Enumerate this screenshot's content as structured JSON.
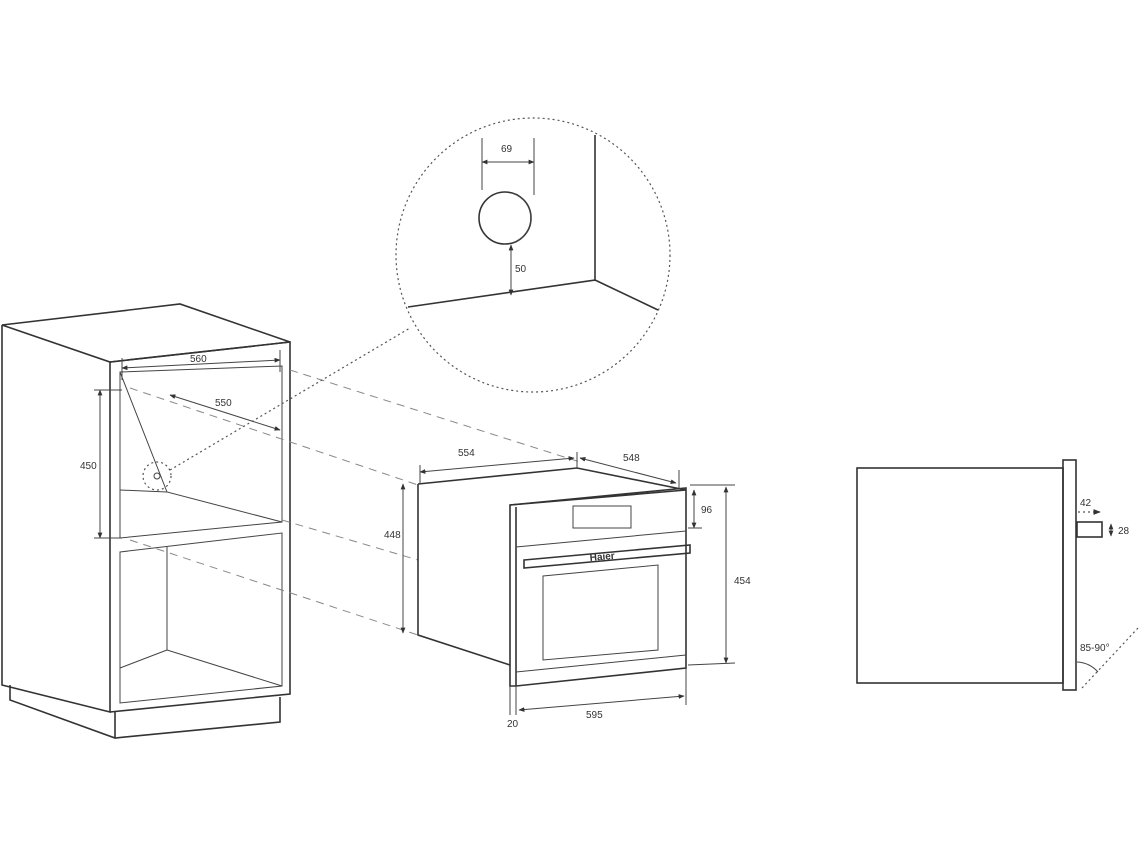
{
  "brand": "Haier",
  "cabinet": {
    "width_label": "560",
    "depth_label": "550",
    "height_label": "450"
  },
  "detail": {
    "knob_width_label": "69",
    "knob_height_label": "50"
  },
  "oven": {
    "width_label": "554",
    "depth_label": "548",
    "body_height_label": "448",
    "panel_height_label": "96",
    "total_height_label": "454",
    "front_width_label": "595",
    "front_depth_label": "20"
  },
  "side_view": {
    "handle_depth_label": "42",
    "handle_height_label": "28",
    "door_angle_label": "85-90°"
  }
}
